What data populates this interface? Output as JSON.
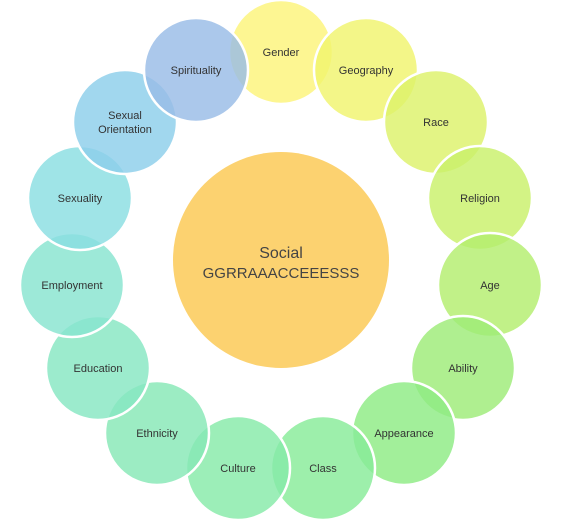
{
  "center": {
    "line1": "Social",
    "line2": "GGRRAAACCEEESSS",
    "color": "#FCD270"
  },
  "items": [
    {
      "label": [
        "Gender"
      ],
      "color": "#FCF47A"
    },
    {
      "label": [
        "Geography"
      ],
      "color": "#F0F46E"
    },
    {
      "label": [
        "Race"
      ],
      "color": "#DDF26A"
    },
    {
      "label": [
        "Religion"
      ],
      "color": "#C9F06A"
    },
    {
      "label": [
        "Age"
      ],
      "color": "#B3EE6E"
    },
    {
      "label": [
        "Ability"
      ],
      "color": "#9EEC78"
    },
    {
      "label": [
        "Appearance"
      ],
      "color": "#8EEC84"
    },
    {
      "label": [
        "Class"
      ],
      "color": "#88EC98"
    },
    {
      "label": [
        "Culture"
      ],
      "color": "#86EAA8"
    },
    {
      "label": [
        "Ethnicity"
      ],
      "color": "#86E8B6"
    },
    {
      "label": [
        "Education"
      ],
      "color": "#86E6C2"
    },
    {
      "label": [
        "Employment"
      ],
      "color": "#88E4D0"
    },
    {
      "label": [
        "Sexuality"
      ],
      "color": "#8ADEE2"
    },
    {
      "label": [
        "Sexual",
        "Orientation"
      ],
      "color": "#8CCEEA"
    },
    {
      "label": [
        "Spirituality"
      ],
      "color": "#98BCE6"
    }
  ]
}
